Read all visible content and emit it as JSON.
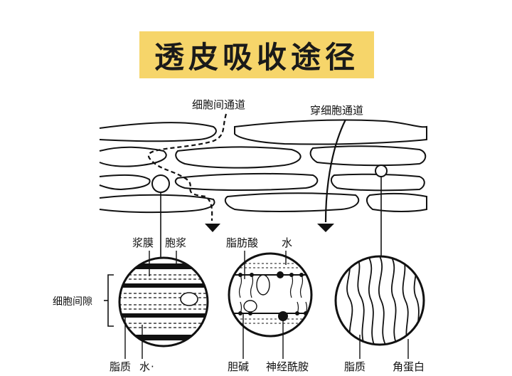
{
  "title": "透皮吸收途径",
  "labels": {
    "intercellular_path": "细胞间通道",
    "transcellular_path": "穿细胞通道",
    "serous_membrane": "浆膜",
    "cytoplasm": "胞浆",
    "fatty_acid": "脂肪酸",
    "water_top": "水",
    "intercellular_space": "细胞间隙",
    "lipid_left": "脂质",
    "water_left": "水",
    "choline": "胆碱",
    "ceramide": "神经酰胺",
    "lipid_right": "脂质",
    "keratin": "角蛋白"
  }
}
